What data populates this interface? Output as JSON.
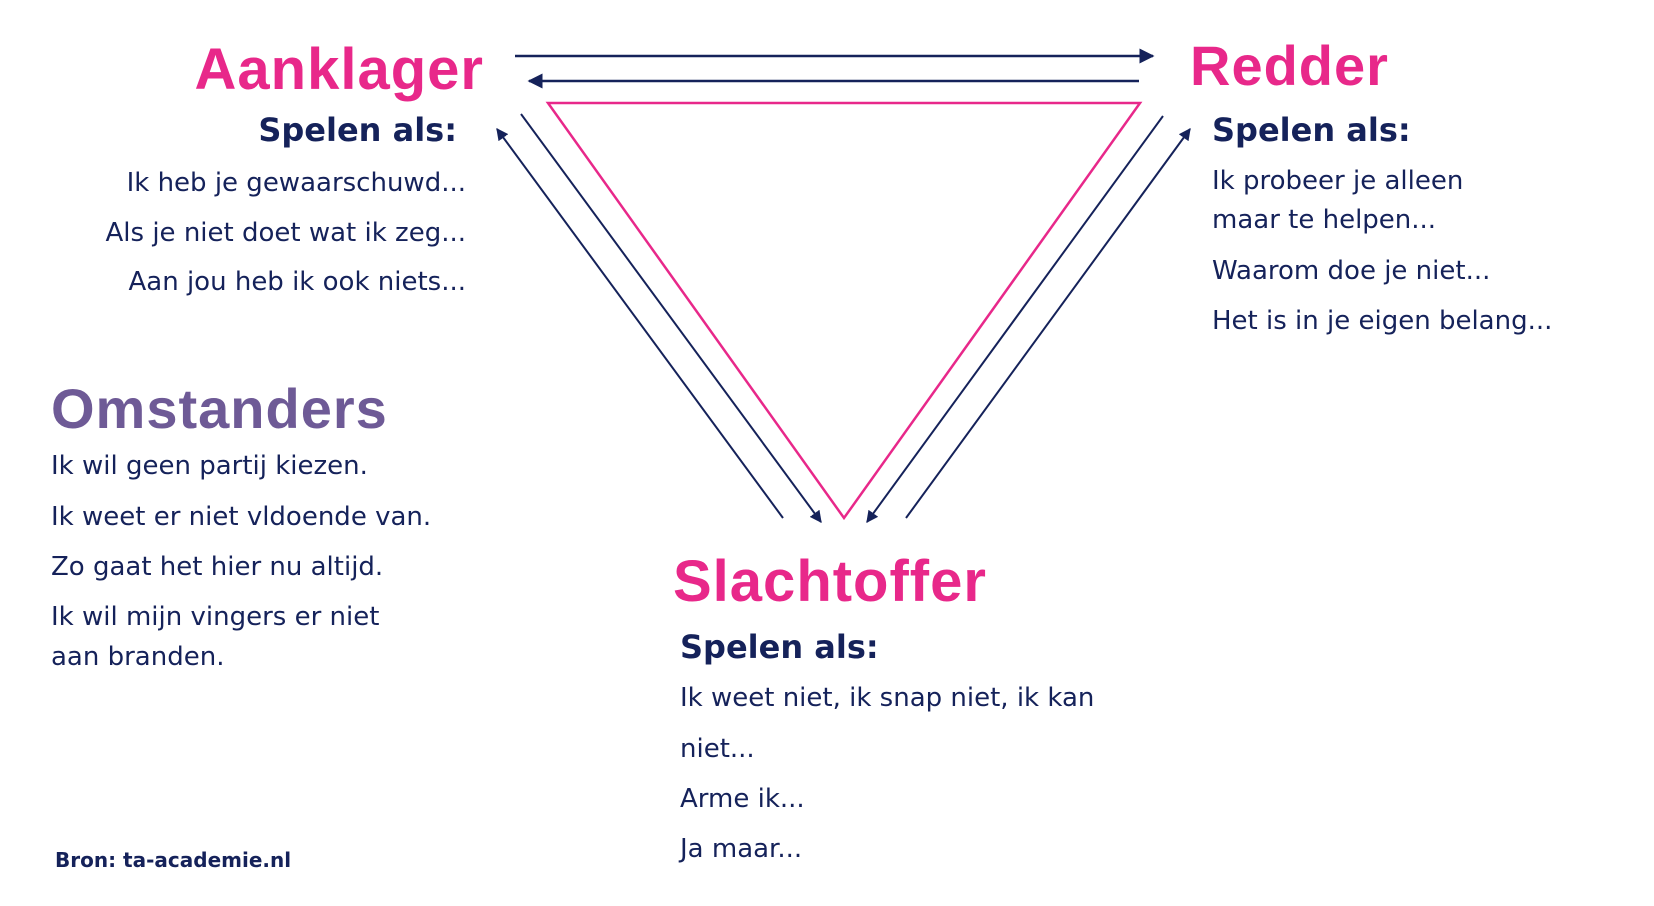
{
  "colors": {
    "pink": "#e8288a",
    "navy": "#15225a",
    "purple": "#6e5a96"
  },
  "aanklager": {
    "title": "Aanklager",
    "subtitle": "Spelen als:",
    "lines": [
      "Ik heb je gewaarschuwd...",
      "Als je niet doet wat ik zeg...",
      "Aan jou heb ik ook niets..."
    ]
  },
  "redder": {
    "title": "Redder",
    "subtitle": "Spelen als:",
    "lines": [
      "Ik probeer je alleen",
      "maar te helpen...",
      "Waarom doe je niet...",
      "Het is in je eigen belang..."
    ]
  },
  "slachtoffer": {
    "title": "Slachtoffer",
    "subtitle": "Spelen als:",
    "lines": [
      "Ik weet niet, ik snap niet, ik kan",
      "niet...",
      "Arme ik...",
      "Ja maar..."
    ]
  },
  "omstanders": {
    "title": "Omstanders",
    "lines": [
      "Ik wil geen partij kiezen.",
      "Ik weet er niet vldoende van.",
      "Zo gaat het hier nu altijd.",
      "Ik wil mijn vingers er niet",
      "aan branden."
    ]
  },
  "source": "Bron: ta-academie.nl"
}
